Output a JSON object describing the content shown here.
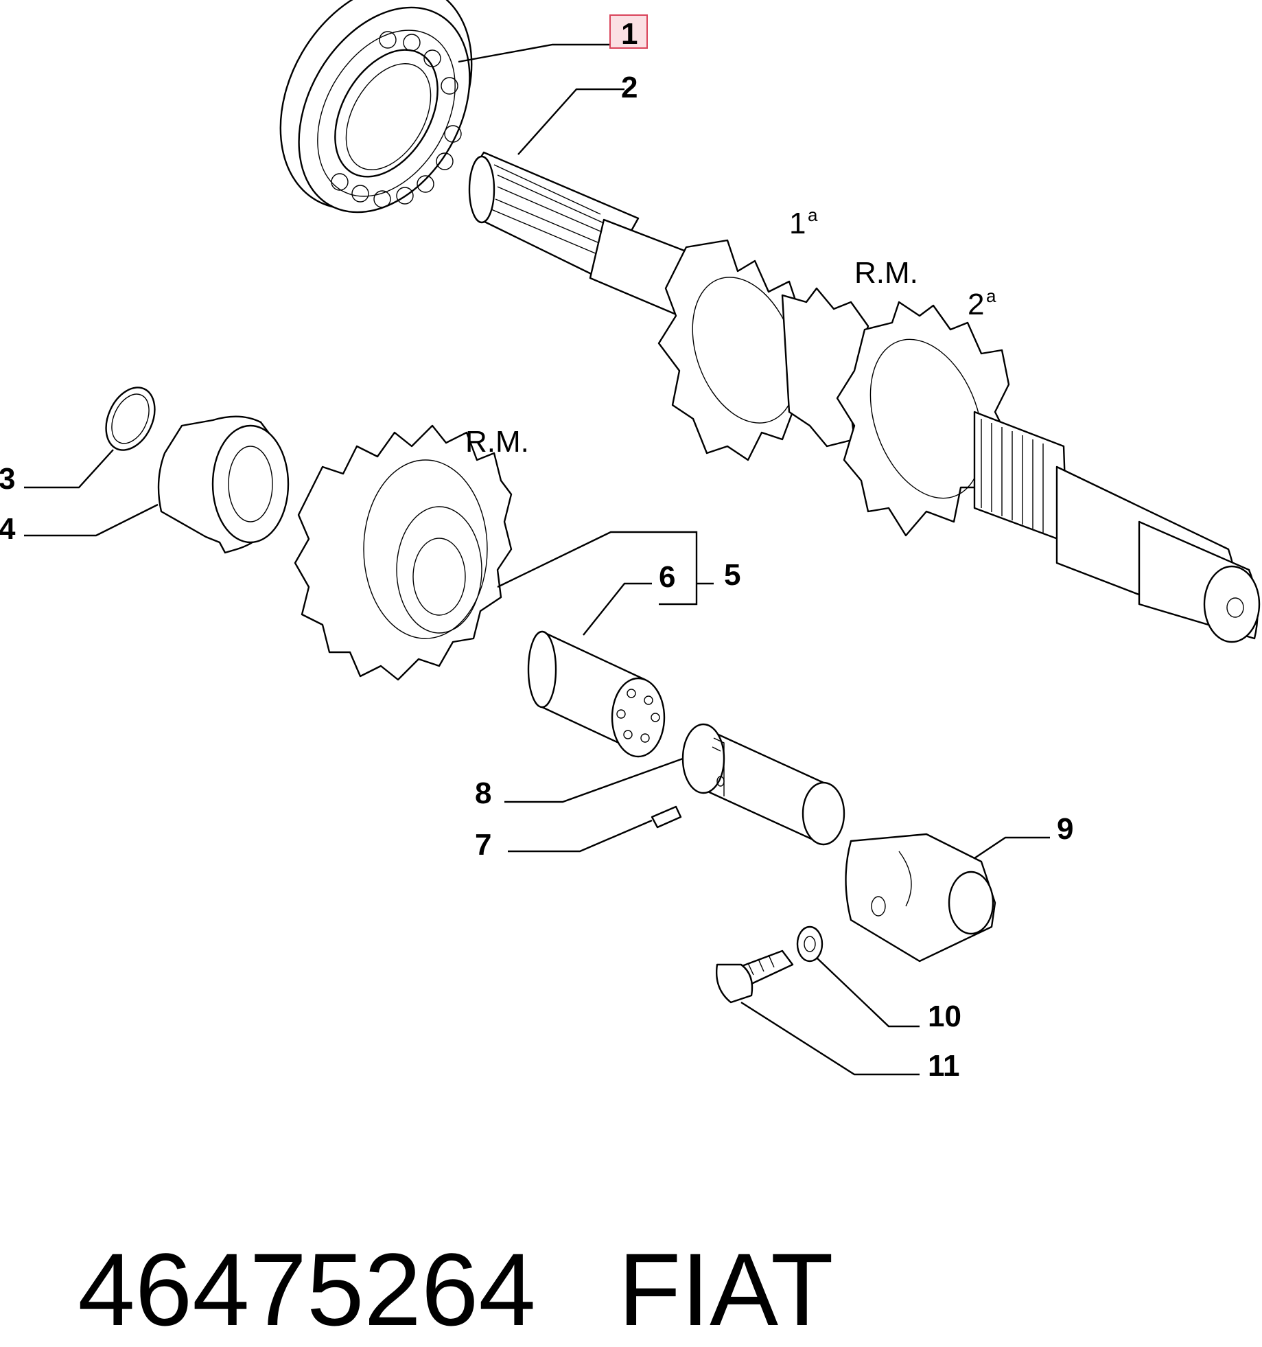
{
  "callouts": {
    "c1": "1",
    "c2": "2",
    "c3": "3",
    "c4": "4",
    "c5": "5",
    "c6": "6",
    "c7": "7",
    "c8": "8",
    "c9": "9",
    "c10": "10",
    "c11": "11"
  },
  "gear_labels": {
    "first_gear": "1",
    "first_sup": "a",
    "reverse_on_shaft": "R.M.",
    "second_gear": "2",
    "second_sup": "a",
    "reverse_idler": "R.M."
  },
  "highlight": {
    "callout": "1",
    "color": "#d9435a"
  },
  "footer": {
    "part_number": "46475264",
    "brand": "FIAT"
  }
}
